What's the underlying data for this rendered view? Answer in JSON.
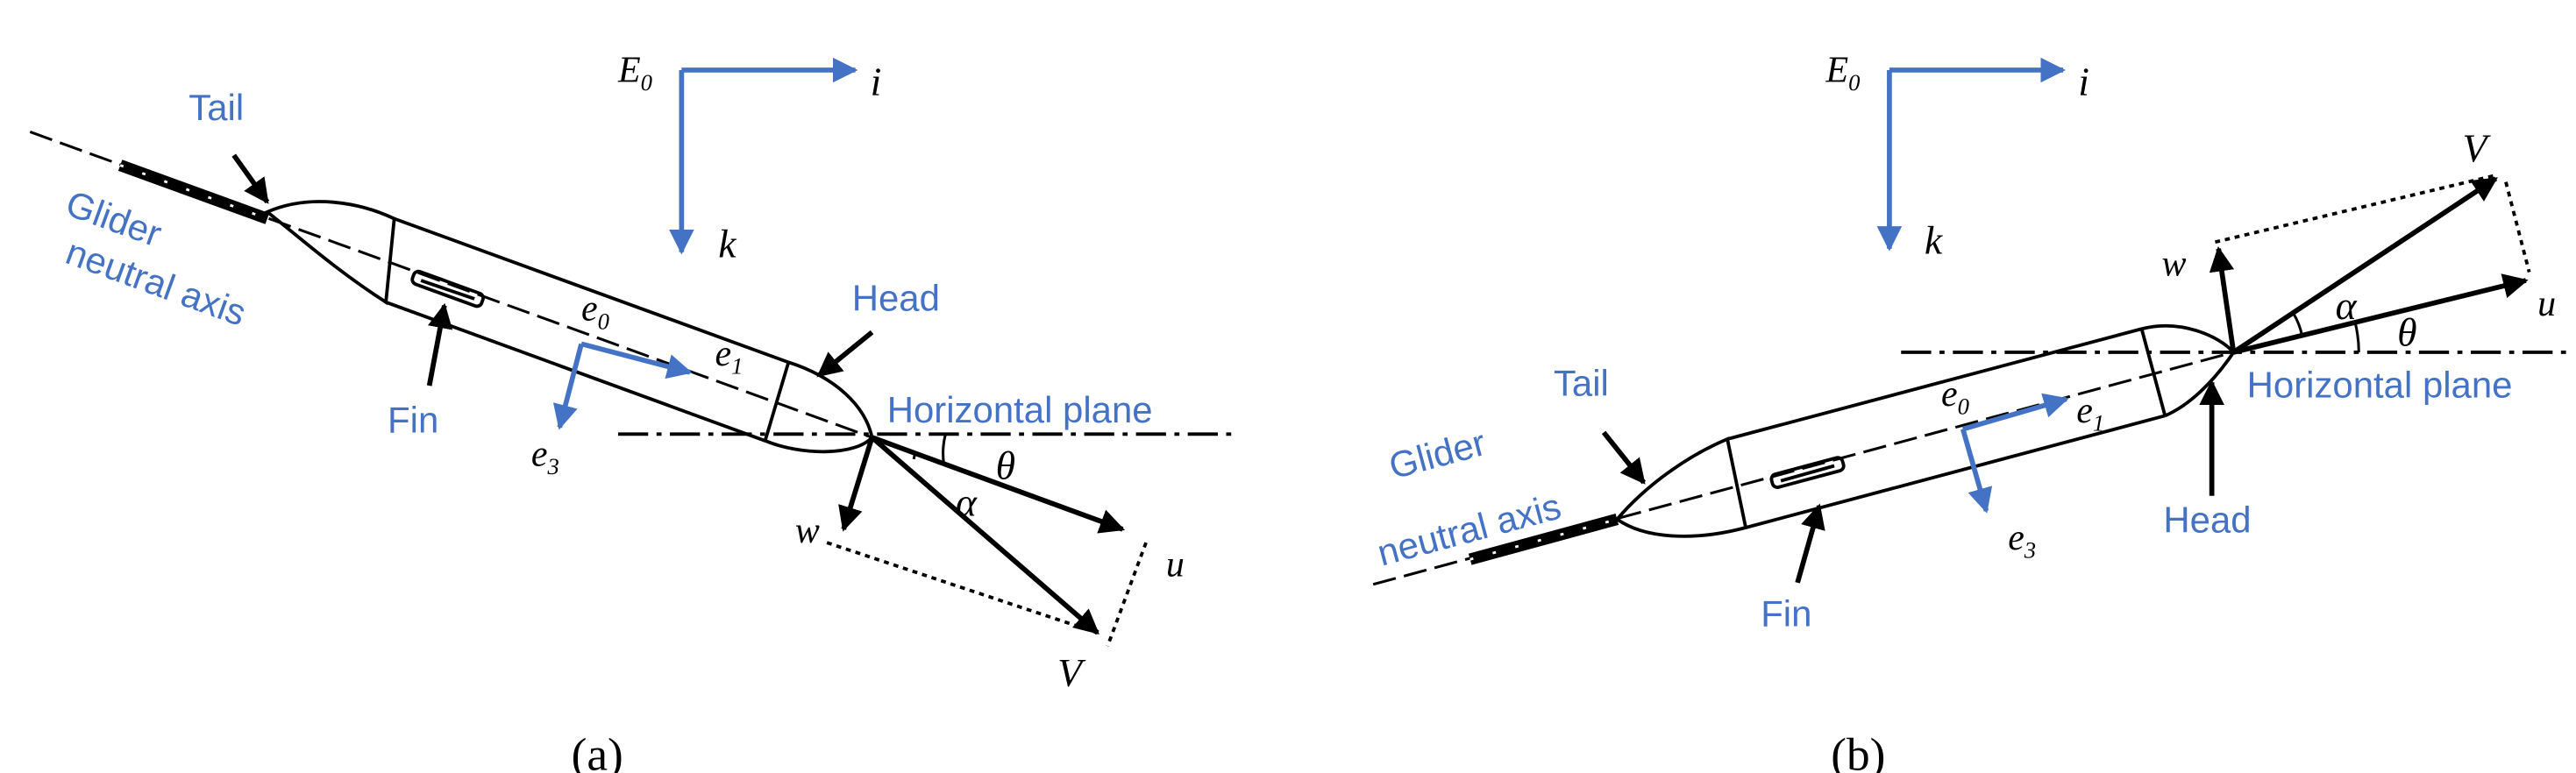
{
  "colors": {
    "accent": "#4472c4",
    "ink": "#000000"
  },
  "panels": [
    {
      "caption": "(a)",
      "frame": {
        "origin": "E",
        "origin_sub": "0",
        "x_axis": "i",
        "z_axis": "k"
      },
      "labels": {
        "tail": "Tail",
        "glider_line1": "Glider",
        "glider_line2": "neutral axis",
        "fin": "Fin",
        "head": "Head",
        "horizontal_plane": "Horizontal plane",
        "w": "w",
        "u": "u",
        "V": "V",
        "alpha": "α",
        "theta": "θ",
        "e0": "e",
        "e0_sub": "0",
        "e1": "e",
        "e1_sub": "1",
        "e3": "e",
        "e3_sub": "3"
      }
    },
    {
      "caption": "(b)",
      "frame": {
        "origin": "E",
        "origin_sub": "0",
        "x_axis": "i",
        "z_axis": "k"
      },
      "labels": {
        "tail": "Tail",
        "glider_line1": "Glider",
        "glider_line2": "neutral axis",
        "fin": "Fin",
        "head": "Head",
        "horizontal_plane": "Horizontal plane",
        "w": "w",
        "u": "u",
        "V": "V",
        "alpha": "α",
        "theta": "θ",
        "e0": "e",
        "e0_sub": "0",
        "e1": "e",
        "e1_sub": "1",
        "e3": "e",
        "e3_sub": "3"
      }
    }
  ]
}
